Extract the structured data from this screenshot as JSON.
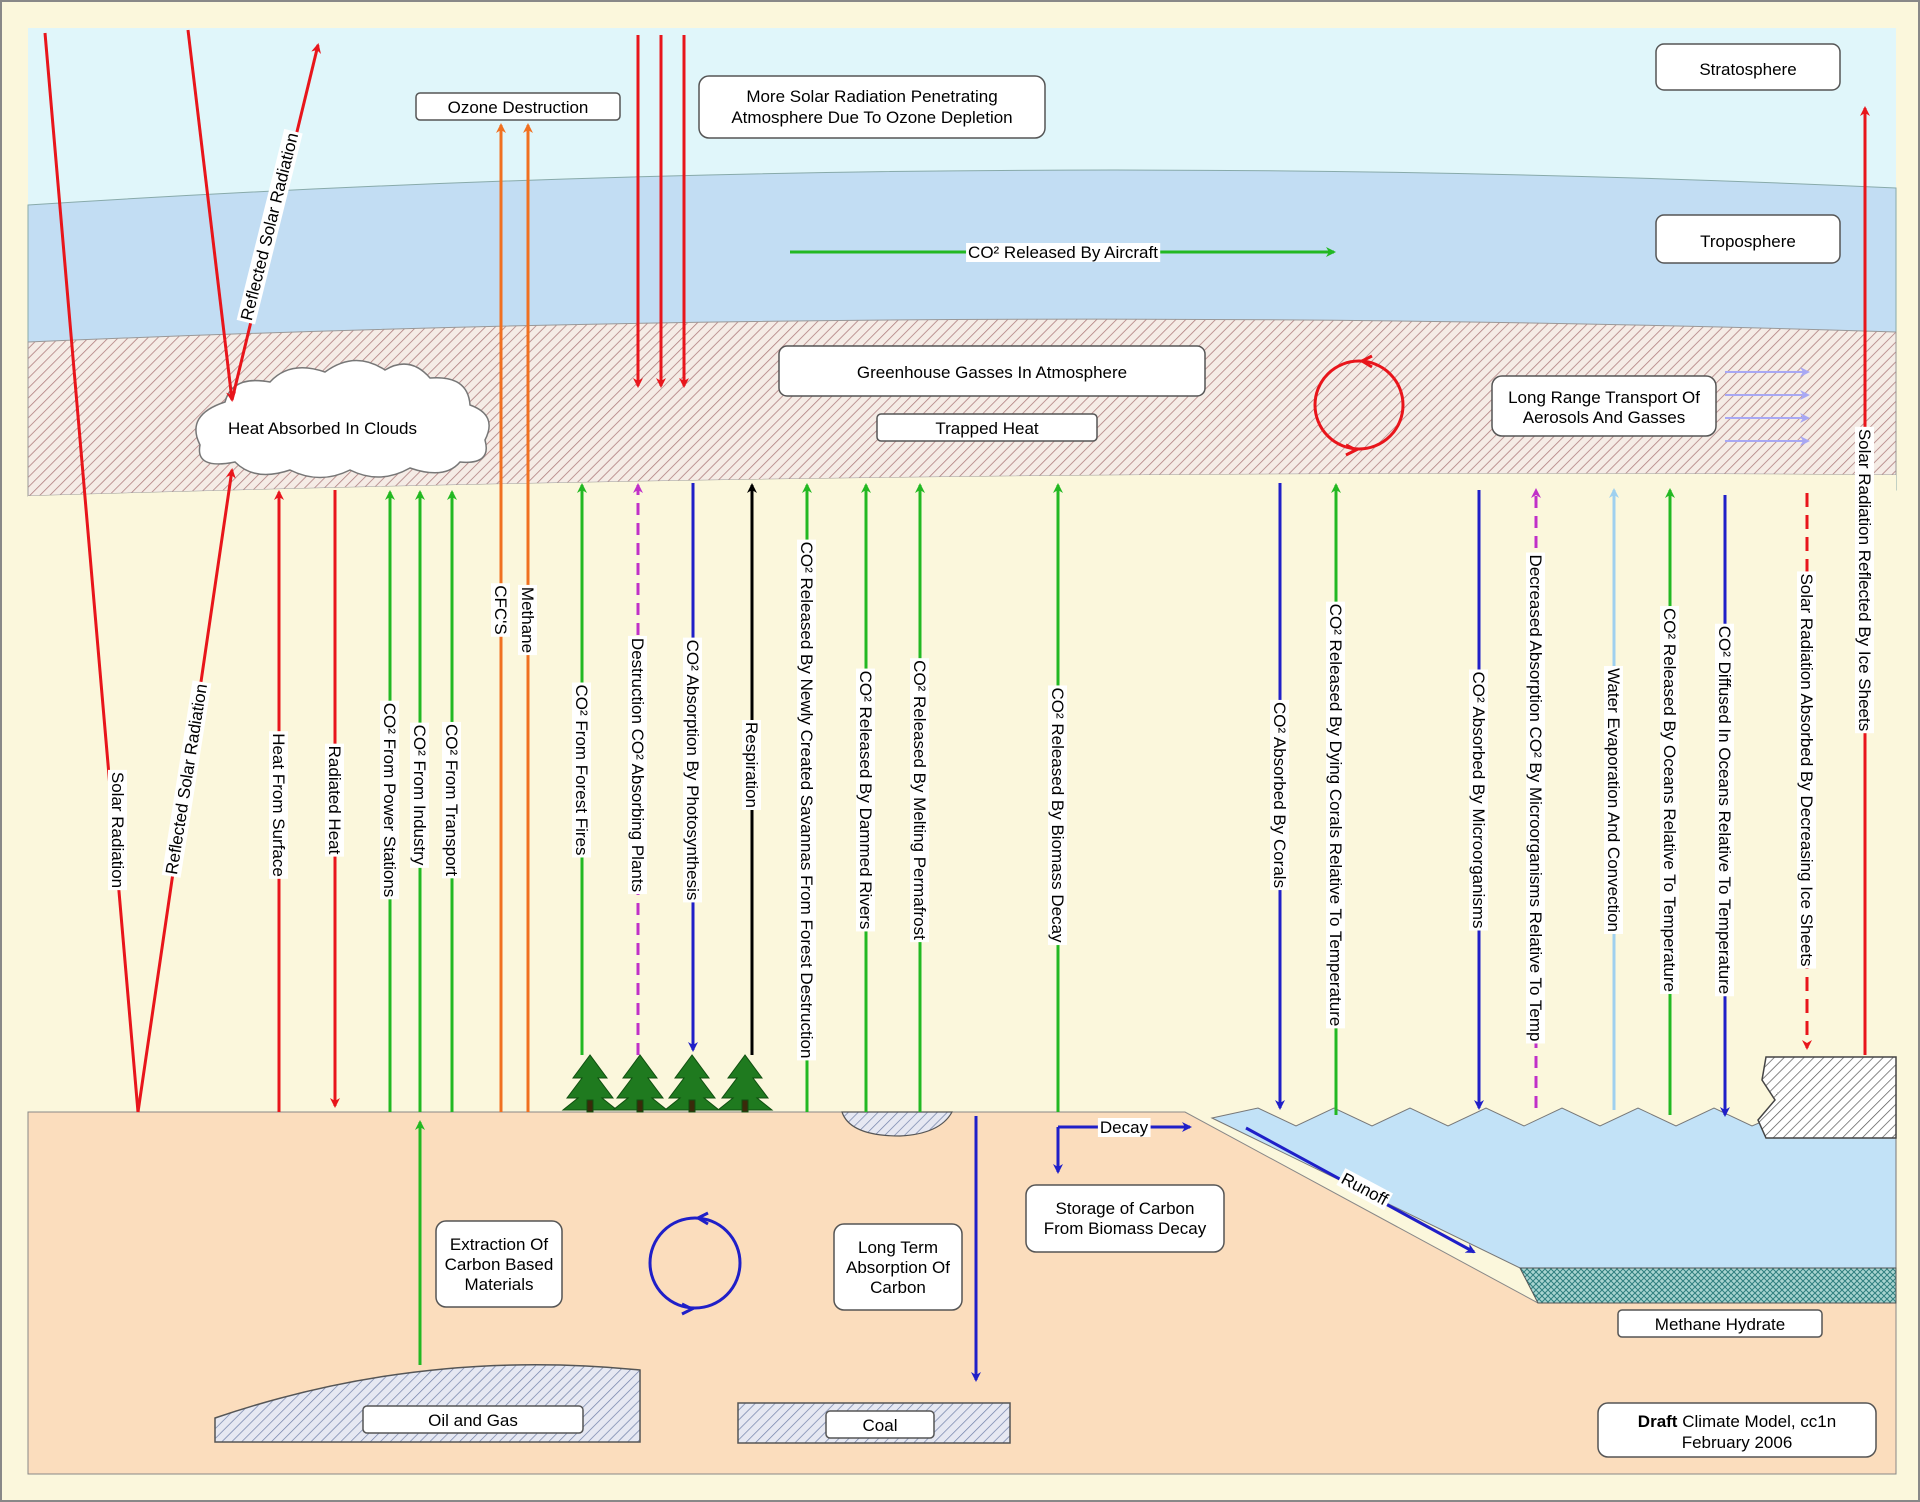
{
  "layers": {
    "stratosphere": "Stratosphere",
    "troposphere": "Troposphere",
    "greenhouse": "Greenhouse Gasses In Atmosphere",
    "trapped_heat": "Trapped Heat"
  },
  "boxes": {
    "ozone_destruction": "Ozone Destruction",
    "more_solar_1": "More Solar Radiation Penetrating",
    "more_solar_2": "Atmosphere Due To Ozone Depletion",
    "long_range_1": "Long Range Transport  Of",
    "long_range_2": "Aerosols And Gasses",
    "heat_clouds": "Heat Absorbed In Clouds",
    "extraction_1": "Extraction Of",
    "extraction_2": "Carbon Based",
    "extraction_3": "Materials",
    "long_term_1": "Long Term",
    "long_term_2": "Absorption Of",
    "long_term_3": "Carbon",
    "storage_1": "Storage of Carbon",
    "storage_2": "From Biomass Decay",
    "oil_gas": "Oil and Gas",
    "coal": "Coal",
    "methane_hydrate": "Methane Hydrate",
    "draft_bold": "Draft",
    "draft_rest": " Climate Model, cc1n",
    "draft_date": "February 2006"
  },
  "flows": {
    "aircraft": "CO² Released By Aircraft",
    "decay": "Decay",
    "runoff": "Runoff",
    "reflected_upper": "Reflected Solar Radiation",
    "reflected_lower": "Reflected Solar Radiation",
    "solar": "Solar Radiation",
    "heat_surface": "Heat From Surface",
    "radiated": "Radiated Heat",
    "power": "CO² From Power Stations",
    "industry": "CO² From Industry",
    "transport": "CO² From Transport",
    "cfcs": "CFC'S",
    "methane": "Methane",
    "forest_fires": "CO² From Forest Fires",
    "destruction": "Destruction CO² Absorbing Plants",
    "photosynthesis": "CO² Absorption By Photosynthesis",
    "respiration": "Respiration",
    "savannas": "CO² Released By Newly Created Savannas From Forest Destruction",
    "dammed": "CO² Released By Dammed Rivers",
    "permafrost": "CO² Released By Melting Permafrost",
    "biomass": "CO² Released By Biomass Decay",
    "corals_abs": "CO² Absorbed By Corals",
    "dying_corals": "CO² Released By Dying Corals Relative To Temperature",
    "microorg": "CO² Absorbed By Microorganisms",
    "decreased": "Decreased Absorption CO² By Microorganisms Relative To Temp",
    "evaporation": "Water Evaporation And Convection",
    "oceans_rel": "CO² Released By Oceans Relative To Temperature",
    "diffused": "CO² Diffused In Oceans Relative To Temperature",
    "ice_absorbed": "Solar Radiation Absorbed By Decreasing Ice Sheets",
    "ice_reflected": "Solar Radiation Reflected By Ice Sheets"
  },
  "colors": {
    "stratosphere": "#e0f6fa",
    "troposphere": "#c2ddf3",
    "ground_air": "#fbf7dc",
    "soil": "#fbddbd",
    "ocean": "#c2e2f7",
    "red": "#e8151b",
    "green": "#22b822",
    "blue": "#1f1fc8",
    "orange": "#f07020",
    "magenta": "#c030c8",
    "light_blue": "#9fd0ef",
    "tree": "#1f7a1f"
  }
}
